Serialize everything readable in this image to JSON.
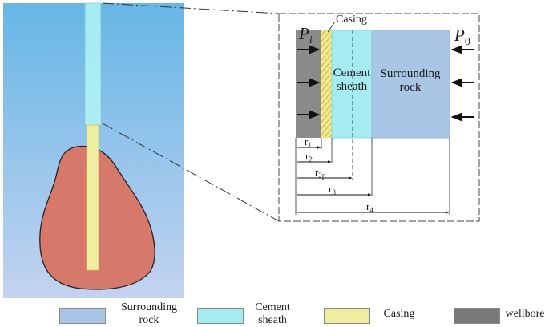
{
  "detail": {
    "pi_symbol": "P",
    "pi_subscript": "i",
    "p0_symbol": "P",
    "p0_subscript": "0",
    "casing_label": "Casing",
    "cement_line1": "Cement",
    "cement_line2": "sheath",
    "rock_line1": "Surrounding",
    "rock_line2": "rock"
  },
  "dimensions": [
    {
      "base": "r",
      "sub": "1"
    },
    {
      "base": "r",
      "sub": "2"
    },
    {
      "base": "r",
      "sub": "2p"
    },
    {
      "base": "r",
      "sub": "3"
    },
    {
      "base": "r",
      "sub": "4"
    }
  ],
  "legend": [
    {
      "label": "Surrounding\nrock",
      "color": "#a9c6e6"
    },
    {
      "label": "Cement\nsheath",
      "color": "#a4ecef"
    },
    {
      "label": "Casing",
      "color": "#efeda0"
    },
    {
      "label": "wellbore",
      "color": "#7a7a7a"
    }
  ],
  "colors": {
    "formation_top": "#66b6e6",
    "formation_bottom": "#c3d3f0",
    "cement": "#a4ecef",
    "casing": "#efeda0",
    "wellbore": "#8a8a8a",
    "rock": "#a9c6e6",
    "reservoir": "#d6786a"
  }
}
